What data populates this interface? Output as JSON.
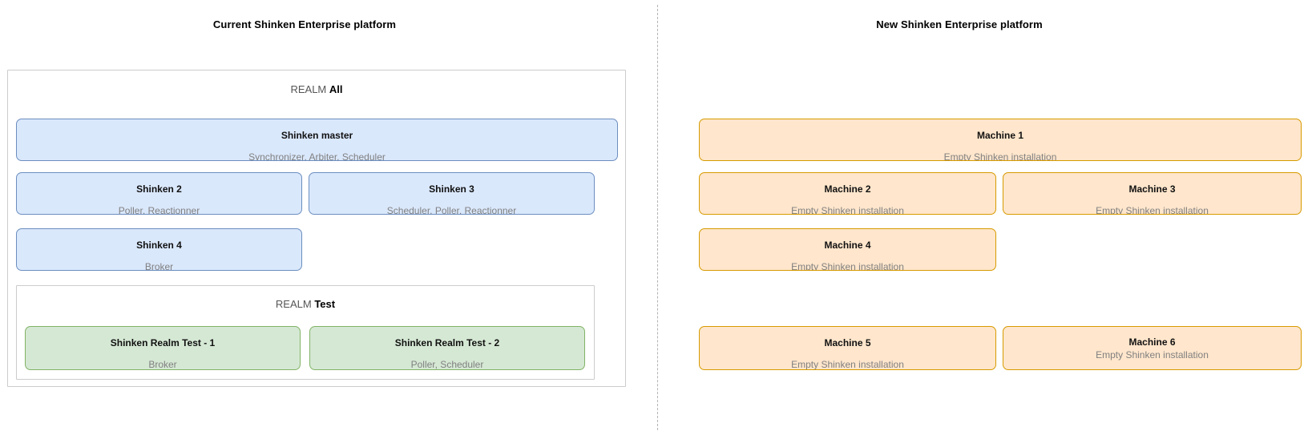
{
  "left_panel": {
    "title": "Current Shinken Enterprise platform",
    "realm_word": "REALM",
    "realm_all": {
      "name": "All",
      "nodes": [
        {
          "title": "Shinken master",
          "subtitle": "Synchronizer, Arbiter, Scheduler",
          "color": "#dae8fc",
          "border": "#6c8ebf"
        },
        {
          "title": "Shinken 2",
          "subtitle": "Poller, Reactionner",
          "color": "#dae8fc",
          "border": "#6c8ebf"
        },
        {
          "title": "Shinken 3",
          "subtitle": "Scheduler, Poller, Reactionner",
          "color": "#dae8fc",
          "border": "#6c8ebf"
        },
        {
          "title": "Shinken 4",
          "subtitle": "Broker",
          "color": "#dae8fc",
          "border": "#6c8ebf"
        }
      ]
    },
    "realm_test": {
      "name": "Test",
      "nodes": [
        {
          "title": "Shinken Realm Test - 1",
          "subtitle": "Broker",
          "color": "#d5e8d4",
          "border": "#82b366"
        },
        {
          "title": "Shinken Realm Test - 2",
          "subtitle": "Poller, Scheduler",
          "color": "#d5e8d4",
          "border": "#82b366"
        }
      ]
    }
  },
  "right_panel": {
    "title": "New Shinken Enterprise platform",
    "nodes": [
      {
        "title": "Machine 1",
        "subtitle": "Empty Shinken installation",
        "color": "#ffe6cc",
        "border": "#d79b00"
      },
      {
        "title": "Machine 2",
        "subtitle": "Empty Shinken installation",
        "color": "#ffe6cc",
        "border": "#d79b00"
      },
      {
        "title": "Machine 3",
        "subtitle": "Empty Shinken installation",
        "color": "#ffe6cc",
        "border": "#d79b00"
      },
      {
        "title": "Machine 4",
        "subtitle": "Empty Shinken installation",
        "color": "#ffe6cc",
        "border": "#d79b00"
      },
      {
        "title": "Machine 5",
        "subtitle": "Empty Shinken installation",
        "color": "#ffe6cc",
        "border": "#d79b00"
      },
      {
        "title": "Machine 6",
        "subtitle": "Empty Shinken installation",
        "color": "#ffe6cc",
        "border": "#d79b00"
      }
    ]
  },
  "colors": {
    "blue_fill": "#dae8fc",
    "blue_stroke": "#6c8ebf",
    "green_fill": "#d5e8d4",
    "green_stroke": "#82b366",
    "orange_fill": "#ffe6cc",
    "orange_stroke": "#d79b00",
    "container_stroke": "#cccccc",
    "divider_stroke": "#b3b3b3",
    "subtitle_text": "#808080",
    "title_text": "#000000"
  }
}
